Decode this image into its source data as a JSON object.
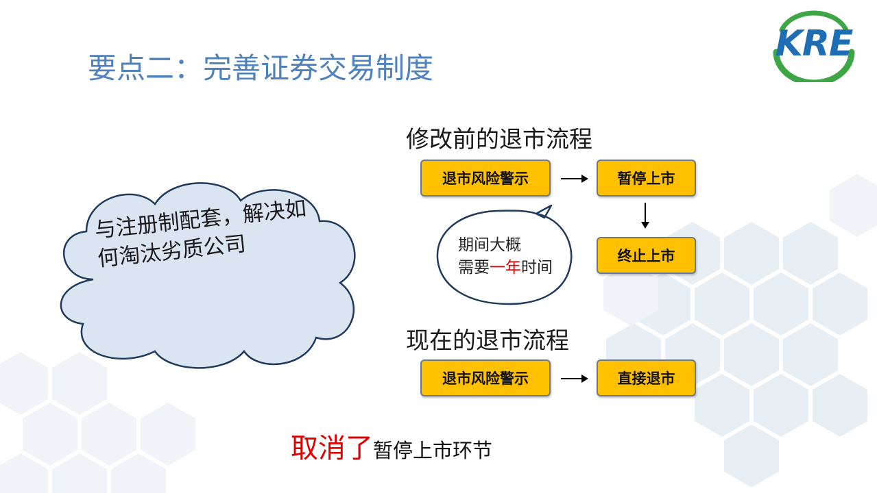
{
  "slide": {
    "title": "要点二：完善证券交易制度",
    "logo": {
      "text": "KRE",
      "colors": {
        "blue": "#1f6db3",
        "green": "#3ea646"
      }
    },
    "cloud": {
      "text": "与注册制配套，解决如何淘汰劣质公司"
    },
    "before": {
      "title": "修改前的退市流程",
      "steps": [
        "退市风险警示",
        "暂停上市",
        "终止上市"
      ]
    },
    "bubble": {
      "line1": "期间大概",
      "line2_prefix": "需要",
      "line2_highlight": "一年",
      "line2_suffix": "时间"
    },
    "after": {
      "title": "现在的退市流程",
      "steps": [
        "退市风险警示",
        "直接退市"
      ]
    },
    "note": {
      "highlight": "取消了",
      "rest": "暂停上市环节"
    },
    "colors": {
      "box_fill": "#ffc000",
      "title_color": "#4f81bd",
      "highlight_red": "#e00000",
      "cloud_fill": "#dbe5f1"
    }
  }
}
